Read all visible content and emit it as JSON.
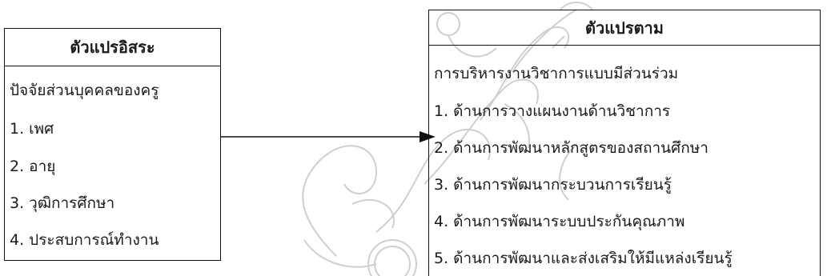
{
  "independent": {
    "title": "ตัวแปรอิสระ",
    "group_label": "ปัจจัยส่วนบุคคลของครู",
    "items": [
      "1. เพศ",
      "2. อายุ",
      "3. วุฒิการศึกษา",
      "4. ประสบการณ์ทำงาน"
    ]
  },
  "dependent": {
    "title": "ตัวแปรตาม",
    "group_label": "การบริหารงานวิชาการแบบมีส่วนร่วม",
    "items": [
      "1. ด้านการวางแผนงานด้านวิชาการ",
      "2. ด้านการพัฒนาหลักสูตรของสถานศึกษา",
      "3. ด้านการพัฒนากระบวนการเรียนรู้",
      "4. ด้านการพัฒนาระบบประกันคุณภาพ",
      "5. ด้านการพัฒนาและส่งเสริมให้มีแหล่งเรียนรู้"
    ]
  },
  "colors": {
    "border": "#111111",
    "text": "#1a1a1a",
    "watermark": "#d6d6d6"
  },
  "icons": {
    "connector": "arrow-right-icon",
    "watermark": "university-seal-watermark"
  }
}
